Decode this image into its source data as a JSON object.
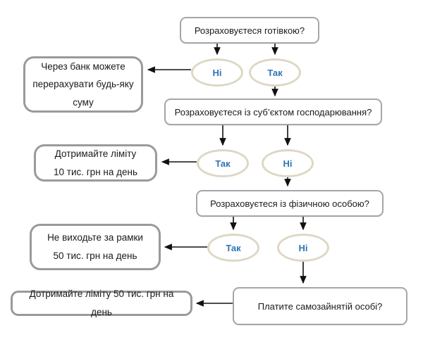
{
  "colors": {
    "background": "#ffffff",
    "box_border": "#a6a6a6",
    "outcome_border": "#9a9a9a",
    "oval_border": "#ddd8c4",
    "answer_text": "#2e75b5",
    "text": "#1a1a1a",
    "arrow": "#111111"
  },
  "flowchart": {
    "questions": {
      "cash": "Розраховуєтеся готівкою?",
      "business": "Розраховуєтеся із суб’єктом господарювання?",
      "individual": "Розраховуєтеся із фізичною особою?",
      "self_employed": "Платите самозайнятій особі?"
    },
    "answers": {
      "yes": "Так",
      "no": "Ні"
    },
    "outcomes": {
      "bank": "Через банк можете\nперерахувати будь-яку\nсуму",
      "limit_10k": "Дотримайте ліміту\n10 тис. грн на день",
      "limit_50k_frames": "Не виходьте за рамки\n50 тис. грн на день",
      "limit_50k": "Дотримайте ліміту 50 тис. грн на день"
    }
  }
}
